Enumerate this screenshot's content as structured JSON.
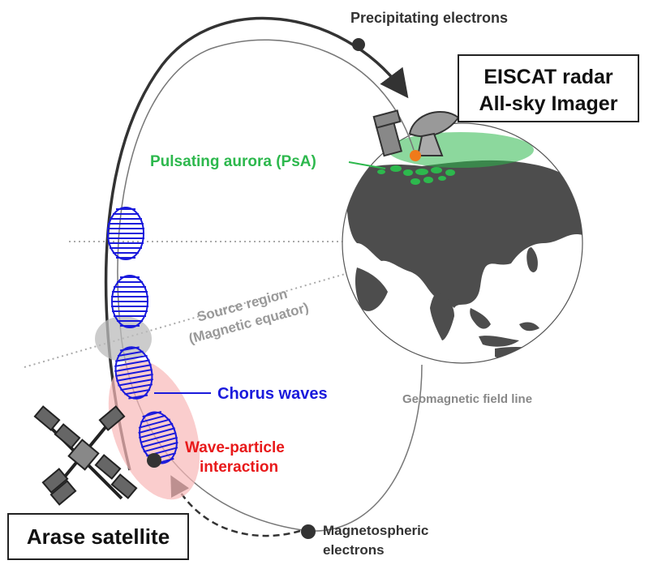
{
  "labels": {
    "precipitating": "Precipitating electrons",
    "eiscat_line1": "EISCAT radar",
    "eiscat_line2": "All-sky Imager",
    "psa": "Pulsating aurora (PsA)",
    "source_line1": "Source region",
    "source_line2": "(Magnetic equator)",
    "chorus": "Chorus waves",
    "geomag": "Geomagnetic field line",
    "wpi_line1": "Wave-particle",
    "wpi_line2": "interaction",
    "arase": "Arase satellite",
    "magneto_line1": "Magnetospheric",
    "magneto_line2": "electrons"
  },
  "colors": {
    "aurora": "#2db84d",
    "chorus": "#1a1adc",
    "interaction": "#e8191a",
    "label_dark": "#333333",
    "label_gray": "#888888",
    "earth_land": "#4d4d4d",
    "radar_dot": "#f07a1a"
  }
}
